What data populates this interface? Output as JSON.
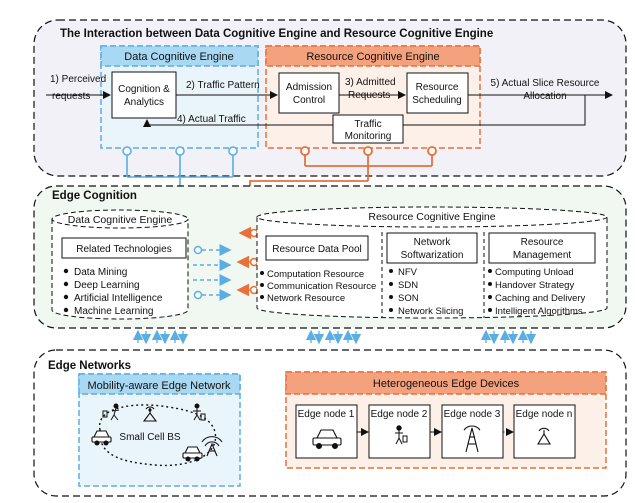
{
  "panels": {
    "interaction": {
      "title": "The Interaction between Data Cognitive Engine and Resource Cognitive Engine"
    },
    "edge_cognition": {
      "title": "Edge Cognition"
    },
    "edge_networks": {
      "title": "Edge Networks"
    }
  },
  "interaction": {
    "data_engine": "Data Cognitive Engine",
    "resource_engine": "Resource Cognitive Engine",
    "cognition_analytics": [
      "Cognition &",
      "Analytics"
    ],
    "admission_control": [
      "Admission",
      "Control"
    ],
    "resource_scheduling": [
      "Resource",
      "Scheduling"
    ],
    "traffic_monitoring": [
      "Traffic",
      "Monitoring"
    ],
    "flow1": [
      "1) Perceived",
      "requests"
    ],
    "flow2": "2) Traffic Pattern",
    "flow3": [
      "3) Admitted",
      "Requests"
    ],
    "flow4": "4) Actual Traffic",
    "flow5": [
      "5) Actual Slice Resource",
      "Allocation"
    ]
  },
  "cognition": {
    "data_engine": "Data Cognitive Engine",
    "related_technologies": "Related Technologies",
    "technologies": [
      "Data Mining",
      "Deep Learning",
      "Artificial Intelligence",
      "Machine Learning"
    ],
    "resource_engine": "Resource Cognitive Engine",
    "resource_data_pool": "Resource Data Pool",
    "pool_items": [
      "Computation Resource",
      "Communication Resource",
      "Network Resource"
    ],
    "network_softwarization": [
      "Network",
      "Softwarization"
    ],
    "softwarization_items": [
      "NFV",
      "SDN",
      "SON",
      "Network Slicing"
    ],
    "resource_management": [
      "Resource",
      "Management"
    ],
    "management_items": [
      "Computing Unload",
      "Handover Strategy",
      "Caching and Delivery",
      "Intelligent Algorithms"
    ]
  },
  "networks": {
    "mobility_title": "Mobility-aware Edge Network",
    "small_cell": "Small Cell BS",
    "hetero_title": "Heterogeneous Edge Devices",
    "nodes": [
      "Edge node 1",
      "Edge node 2",
      "Edge node 3",
      "Edge node n"
    ]
  },
  "colors": {
    "blue": "#5aaee3",
    "blue_fill": "#a9d8f2",
    "orange": "#e8703a",
    "orange_fill": "#f4a27e",
    "panel1": "#f3f1f8",
    "panel2": "#f1f7f1"
  }
}
